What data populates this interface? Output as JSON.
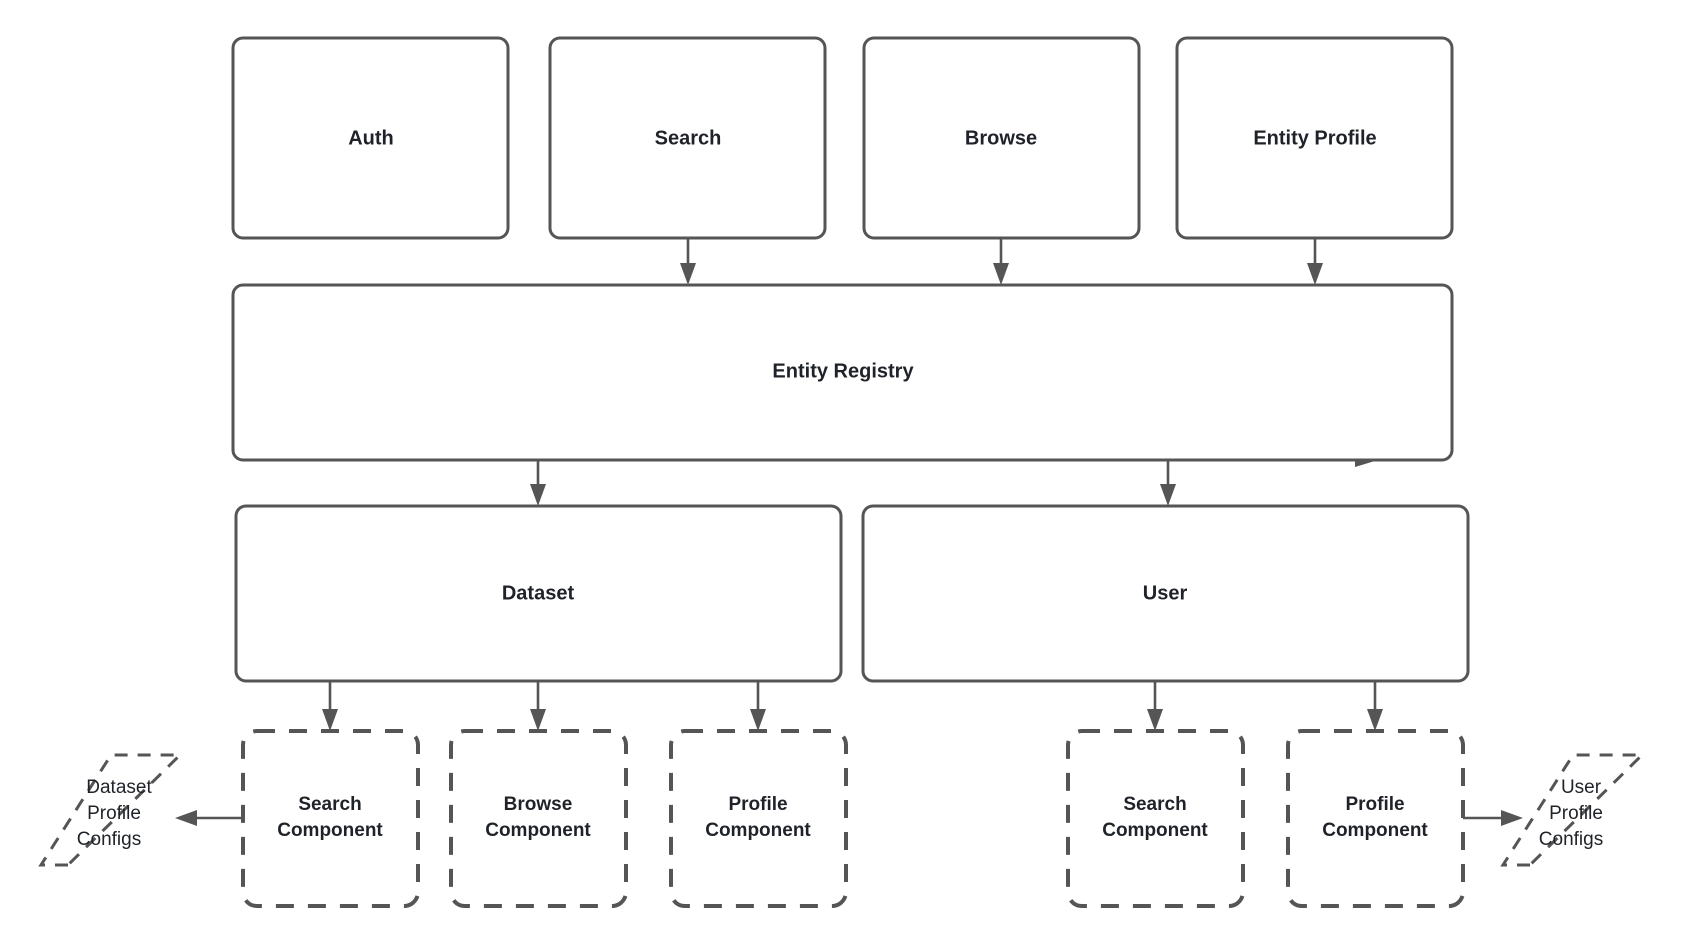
{
  "diagram": {
    "type": "architecture-block-diagram",
    "background_color": "#ffffff",
    "stroke_color": "#555555",
    "text_color": "#1f2329",
    "layers": [
      {
        "name": "feature-layer",
        "nodes": [
          {
            "id": "auth",
            "label": "Auth",
            "style": "solid-rounded"
          },
          {
            "id": "search",
            "label": "Search",
            "style": "solid-rounded"
          },
          {
            "id": "browse",
            "label": "Browse",
            "style": "solid-rounded"
          },
          {
            "id": "entity-profile",
            "label": "Entity Profile",
            "style": "solid-rounded"
          }
        ]
      },
      {
        "name": "registry-layer",
        "nodes": [
          {
            "id": "entity-registry",
            "label": "Entity Registry",
            "style": "solid-rounded"
          }
        ]
      },
      {
        "name": "entity-layer",
        "nodes": [
          {
            "id": "dataset",
            "label": "Dataset",
            "style": "solid-rounded"
          },
          {
            "id": "user",
            "label": "User",
            "style": "solid-rounded"
          }
        ]
      },
      {
        "name": "component-layer",
        "nodes": [
          {
            "id": "dataset-search-component",
            "label_line1": "Search",
            "label_line2": "Component",
            "style": "dashed-rounded"
          },
          {
            "id": "dataset-browse-component",
            "label_line1": "Browse",
            "label_line2": "Component",
            "style": "dashed-rounded"
          },
          {
            "id": "dataset-profile-component",
            "label_line1": "Profile",
            "label_line2": "Component",
            "style": "dashed-rounded"
          },
          {
            "id": "user-search-component",
            "label_line1": "Search",
            "label_line2": "Component",
            "style": "dashed-rounded"
          },
          {
            "id": "user-profile-component",
            "label_line1": "Profile",
            "label_line2": "Component",
            "style": "dashed-rounded"
          }
        ]
      },
      {
        "name": "config-layer",
        "nodes": [
          {
            "id": "dataset-profile-configs",
            "label_line1": "Dataset",
            "label_line2": "Profile",
            "label_line3": "Configs",
            "style": "dashed-parallelogram"
          },
          {
            "id": "user-profile-configs",
            "label_line1": "User",
            "label_line2": "Profile",
            "label_line3": "Configs",
            "style": "dashed-parallelogram"
          }
        ]
      }
    ],
    "edges": [
      {
        "from": "search",
        "to": "entity-registry",
        "direction": "down"
      },
      {
        "from": "browse",
        "to": "entity-registry",
        "direction": "down"
      },
      {
        "from": "entity-profile",
        "to": "entity-registry",
        "direction": "down"
      },
      {
        "from": "entity-registry",
        "to": "dataset",
        "direction": "down"
      },
      {
        "from": "entity-registry",
        "to": "user",
        "direction": "down"
      },
      {
        "from": "entity-registry",
        "to": "entity-registry-right",
        "direction": "right"
      },
      {
        "from": "dataset",
        "to": "dataset-search-component",
        "direction": "down"
      },
      {
        "from": "dataset",
        "to": "dataset-browse-component",
        "direction": "down"
      },
      {
        "from": "dataset",
        "to": "dataset-profile-component",
        "direction": "down"
      },
      {
        "from": "user",
        "to": "user-search-component",
        "direction": "down"
      },
      {
        "from": "user",
        "to": "user-profile-component",
        "direction": "down"
      },
      {
        "from": "dataset-search-component",
        "to": "dataset-profile-configs",
        "direction": "left"
      },
      {
        "from": "user-profile-component",
        "to": "user-profile-configs",
        "direction": "right"
      }
    ]
  }
}
